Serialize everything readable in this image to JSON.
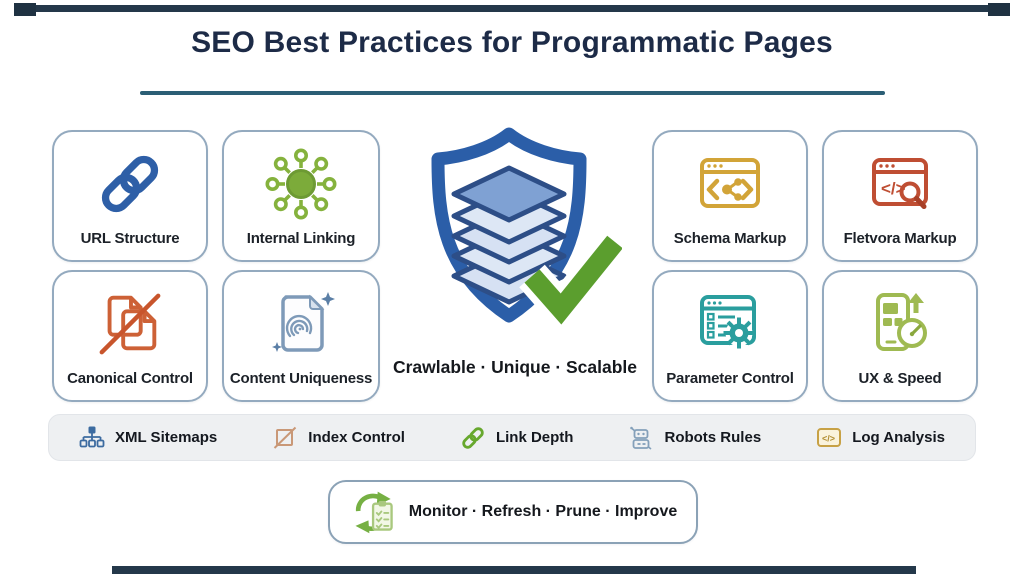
{
  "title": {
    "text": "SEO Best Practices for Programmatic Pages"
  },
  "colors": {
    "title_text": "#1d2b47",
    "title_rule": "#2b5e75",
    "card_border": "#94aabf",
    "edge_bar": "#24384a",
    "strip_bg": "#eef0f2",
    "shield_blue": "#2b5ea8",
    "check_green": "#5b9e2e",
    "link_blue": "#2e5fa7",
    "hub_green": "#7cab3a",
    "canonical_orange": "#cd6136",
    "fingerprint_slate": "#7e9ab8",
    "schema_gold": "#d2a438",
    "code_red": "#bf4e33",
    "parameter_teal": "#2a9e9e",
    "ux_green": "#9fba52",
    "sitemap_blue": "#3c6ba0",
    "noindex_tan": "#c99877",
    "chain_green": "#67a82e",
    "robot_slate": "#84a0ba",
    "logbox_gold": "#c7a145",
    "refresh_green": "#76b043"
  },
  "cards": [
    {
      "label": "URL Structure",
      "icon": "chain-link-icon"
    },
    {
      "label": "Internal Linking",
      "icon": "network-hub-icon"
    },
    {
      "label": "Canonical Control",
      "icon": "no-duplicate-docs-icon"
    },
    {
      "label": "Content Uniqueness",
      "icon": "fingerprint-doc-icon"
    },
    {
      "label": "Schema Markup",
      "icon": "browser-share-icon"
    },
    {
      "label": "Fletvora Markup",
      "icon": "browser-code-search-icon"
    },
    {
      "label": "Parameter Control",
      "icon": "browser-gear-icon"
    },
    {
      "label": "UX & Speed",
      "icon": "phone-speedometer-icon"
    }
  ],
  "center": {
    "caption": "Crawlable · Unique · Scalable"
  },
  "strip": {
    "items": [
      {
        "label": "XML Sitemaps",
        "icon": "sitemap-icon"
      },
      {
        "label": "Index Control",
        "icon": "noindex-slash-icon"
      },
      {
        "label": "Link Depth",
        "icon": "chain-icon"
      },
      {
        "label": "Robots Rules",
        "icon": "robot-icon"
      },
      {
        "label": "Log Analysis",
        "icon": "code-box-icon"
      }
    ]
  },
  "footer": {
    "caption": "Monitor · Refresh · Prune · Improve"
  },
  "icons": {
    "code_glyph": "</>"
  }
}
